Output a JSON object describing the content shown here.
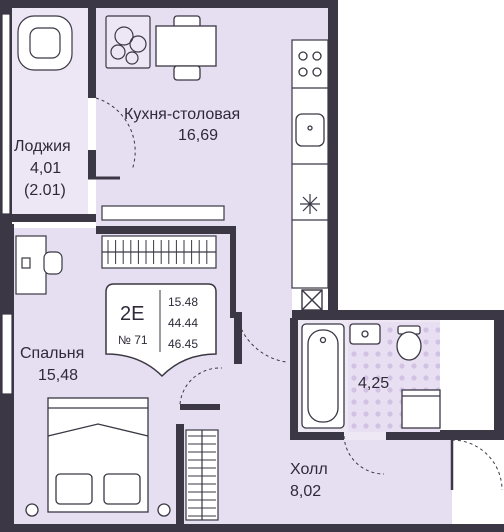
{
  "colors": {
    "wall": "#3b3744",
    "floor_main": "#e6def1",
    "floor_bath": "#e9dff2",
    "tile_dot": "#d2c2e4",
    "badge_bg": "#ffffff",
    "text": "#2f2a3a"
  },
  "rooms": {
    "loggia": {
      "name": "Лоджия",
      "area": "4,01",
      "area_reduced": "(2.01)"
    },
    "kitchen": {
      "name": "Кухня-столовая",
      "area": "16,69"
    },
    "bedroom": {
      "name": "Спальня",
      "area": "15,48"
    },
    "bathroom": {
      "area": "4,25"
    },
    "hall": {
      "name": "Холл",
      "area": "8,02"
    }
  },
  "badge": {
    "type": "2E",
    "number": "№ 71",
    "living_area": "15.48",
    "usable_area": "44.44",
    "total_area": "46.45"
  },
  "icons": [
    "plant-icon",
    "dining-table-icon",
    "stove-icon",
    "sink-icon",
    "bathtub-icon",
    "toilet-icon",
    "washing-machine-icon",
    "bed-icon",
    "desk-icon",
    "armchair-icon",
    "wardrobe-icon",
    "ventilation-shaft-icon"
  ]
}
